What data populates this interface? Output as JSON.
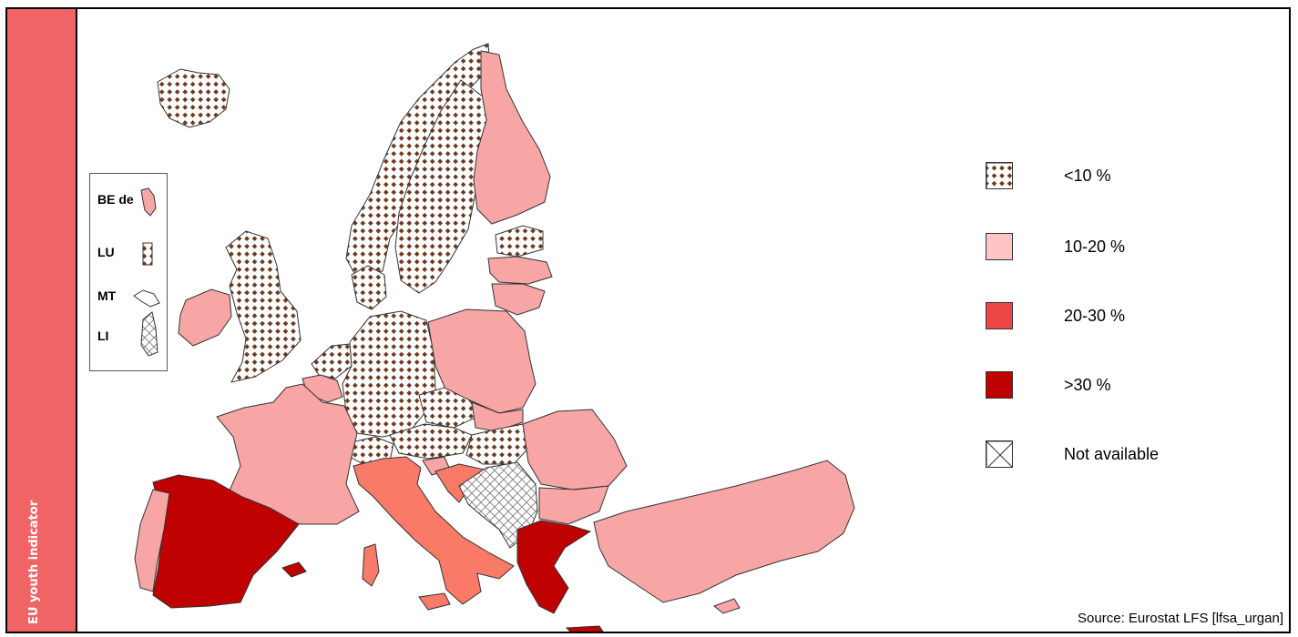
{
  "sidebar": {
    "title": "EU youth indicator"
  },
  "colors": {
    "sidebar": "#f06466",
    "lt10_bg": "#ffffff",
    "lt10_dot": "#6b3a1f",
    "c10_20": "#f7a6a5",
    "c20_30": "#ee4646",
    "gt30": "#be0000",
    "italy": "#fa7a68",
    "not_available": "#ffffff"
  },
  "inset": {
    "labels": [
      "BE de",
      "LU",
      "MT",
      "LI"
    ]
  },
  "legend": {
    "items": [
      {
        "label": "<10 %",
        "class": "lt10"
      },
      {
        "label": "10-20 %",
        "class": "c10_20"
      },
      {
        "label": "20-30 %",
        "class": "c20_30"
      },
      {
        "label": ">30 %",
        "class": "gt30"
      },
      {
        "label": "Not available",
        "class": "na"
      }
    ]
  },
  "source": "Source: Eurostat LFS [lfsa_urgan]"
}
